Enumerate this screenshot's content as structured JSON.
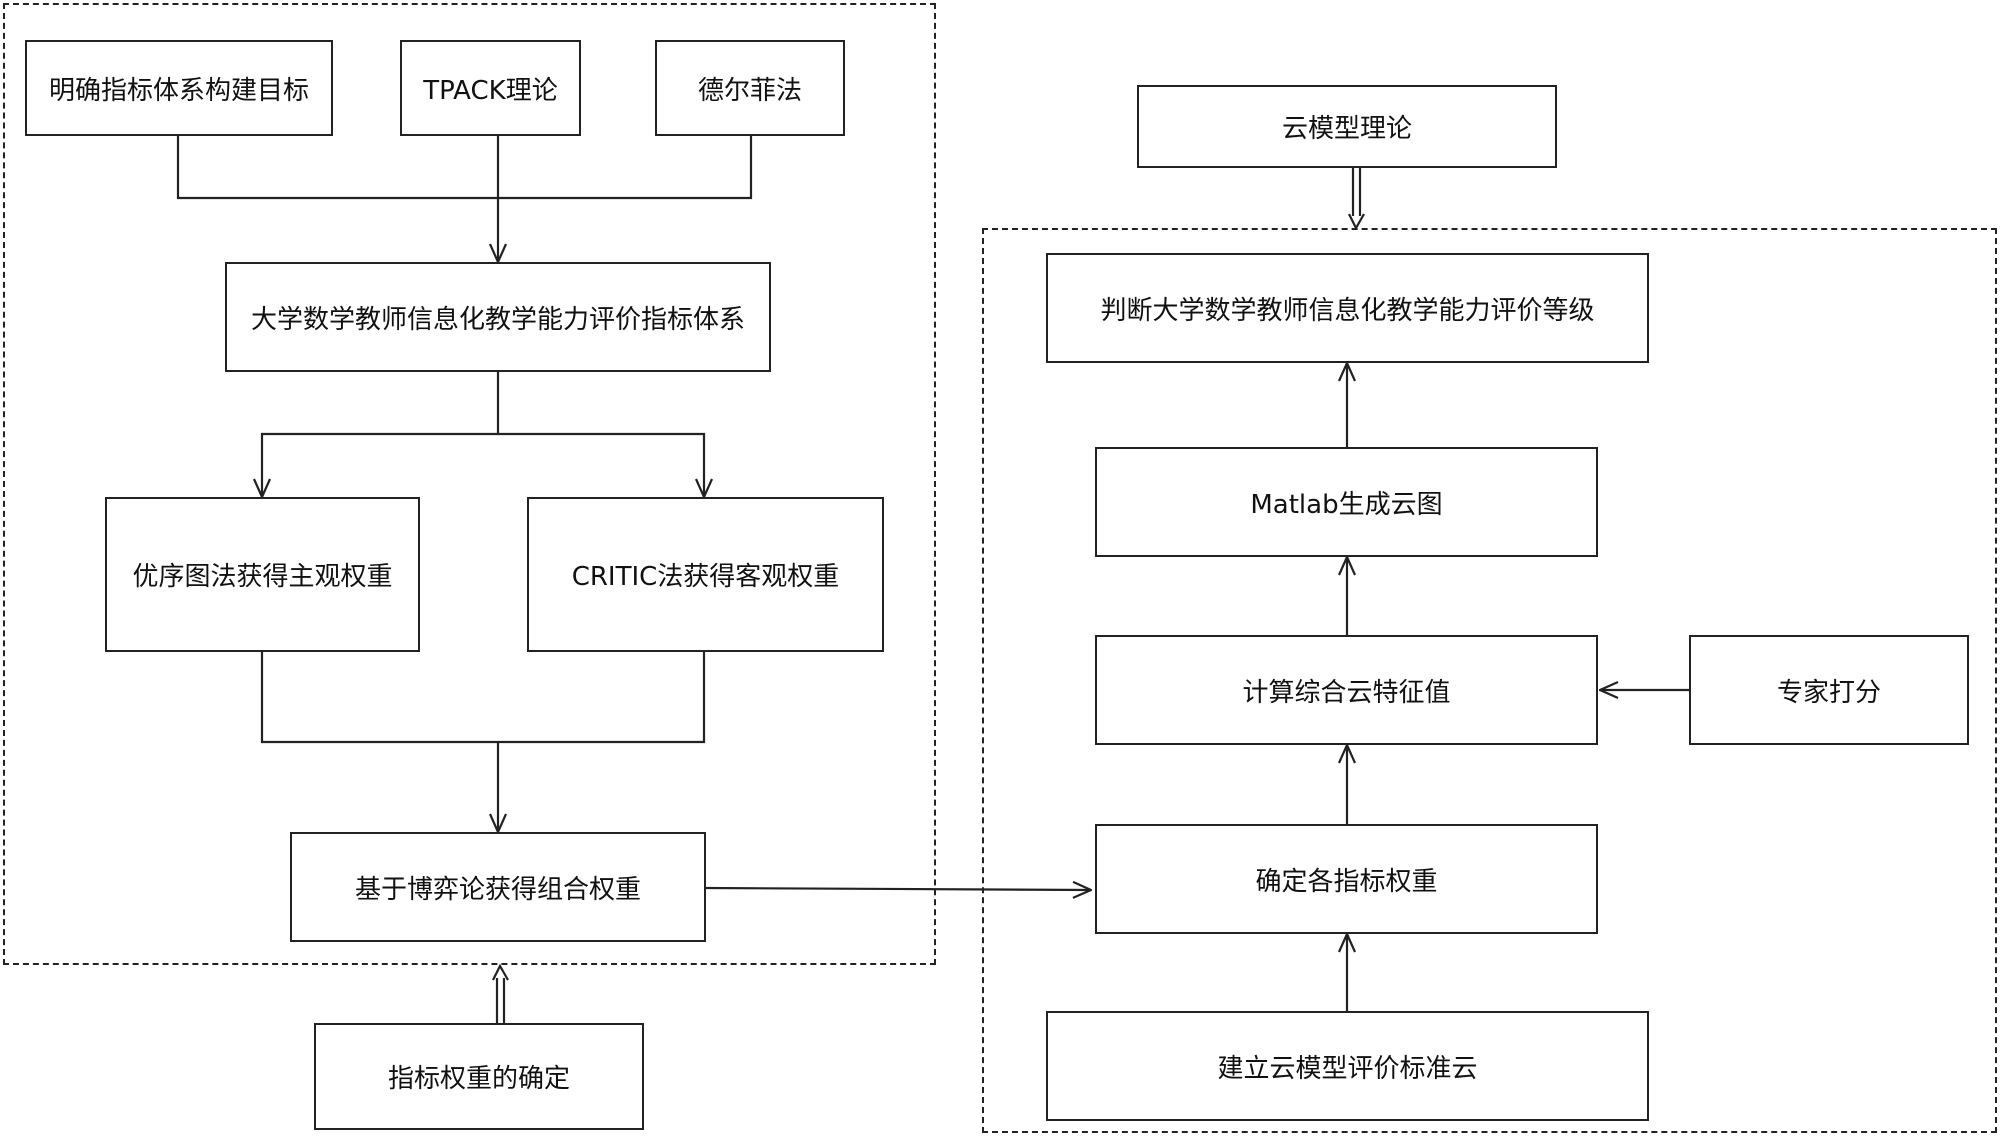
{
  "diagram": {
    "nodes": {
      "goal": "明确指标体系构建目标",
      "tpack": "TPACK理论",
      "delphi": "德尔菲法",
      "indicator_system": "大学数学教师信息化教学能力评价指标体系",
      "subjective": "优序图法获得主观权重",
      "critic": "CRITIC法获得客观权重",
      "game": "基于博弈论获得组合权重",
      "weight_determination": "指标权重的确定",
      "cloud_theory": "云模型理论",
      "judge": "判断大学数学教师信息化教学能力评价等级",
      "matlab": "Matlab生成云图",
      "compute": "计算综合云特征值",
      "expert": "专家打分",
      "determine_weights": "确定各指标权重",
      "standard_cloud": "建立云模型评价标准云"
    }
  }
}
